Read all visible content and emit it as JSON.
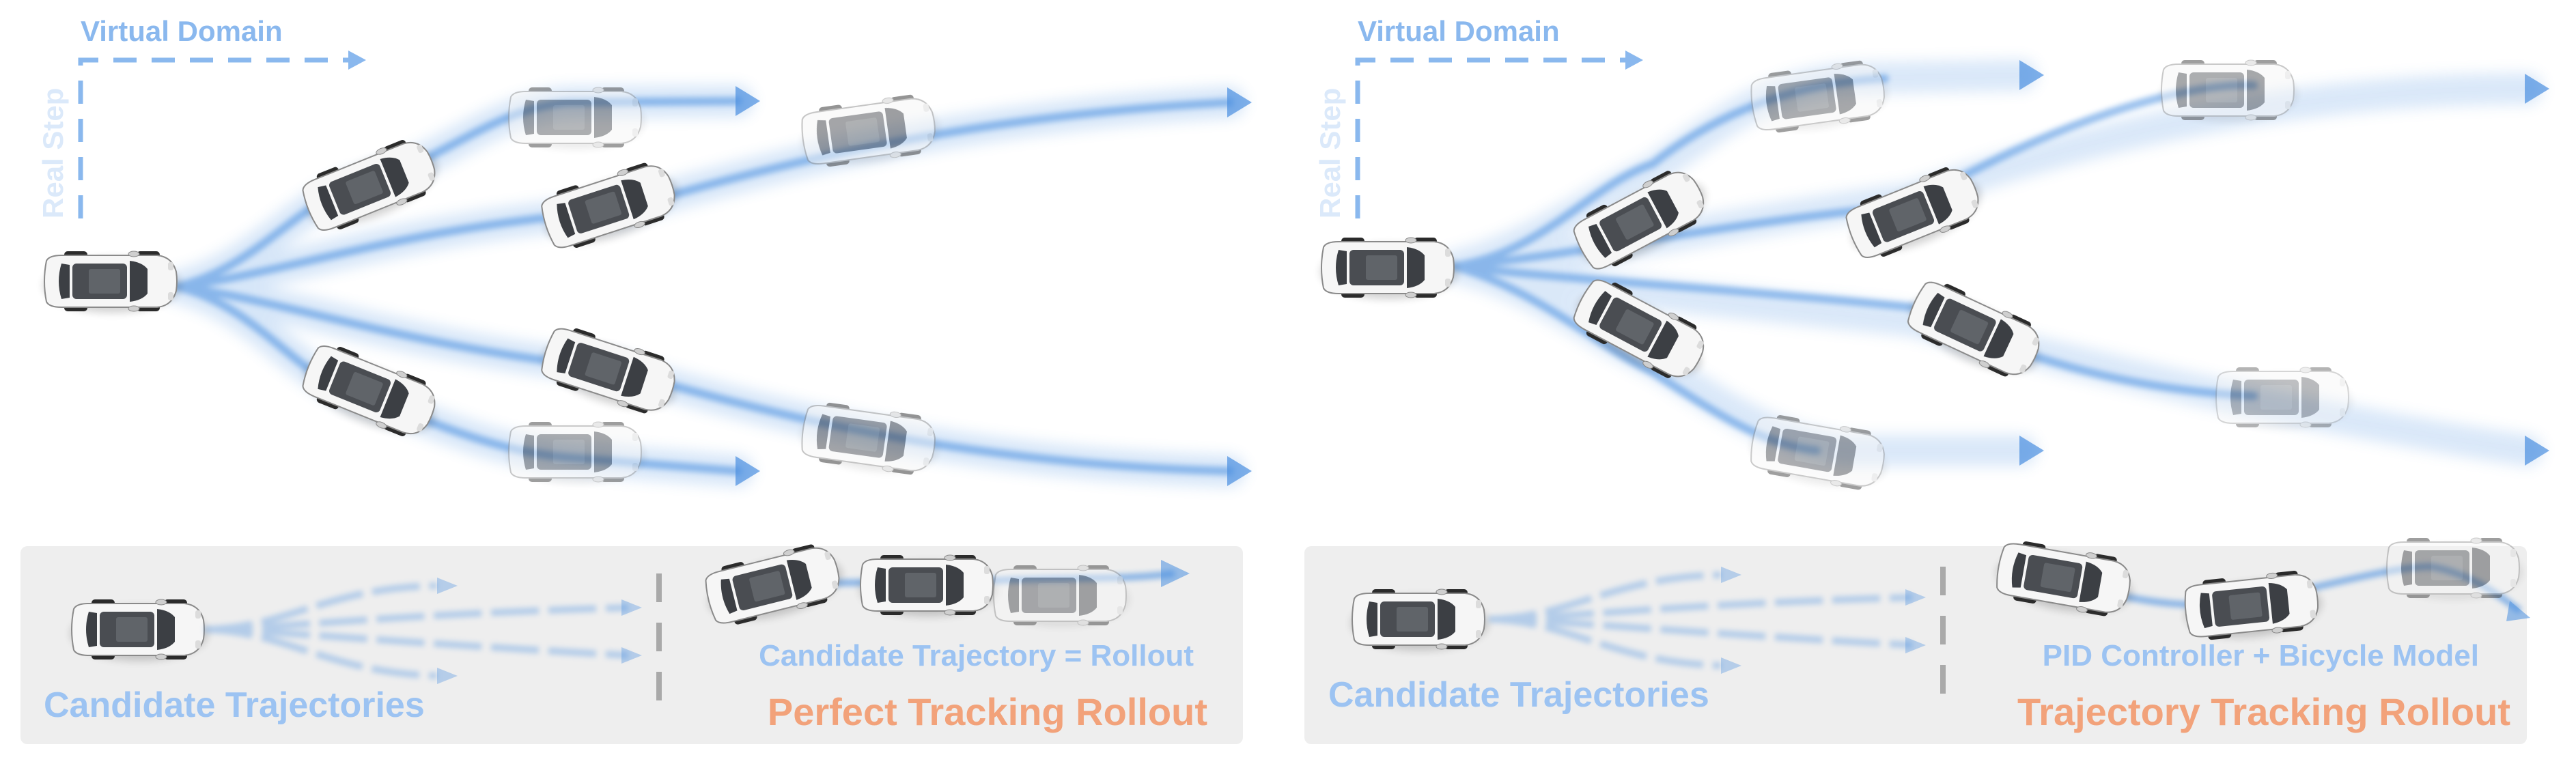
{
  "panels": [
    {
      "id": "left",
      "axis_x_label": "Virtual Domain",
      "axis_y_label": "Real Step",
      "legend_left_label": "Candidate Trajectories",
      "legend_right_caption": "Candidate Trajectory = Rollout",
      "legend_right_title": "Perfect Tracking Rollout"
    },
    {
      "id": "right",
      "axis_x_label": "Virtual Domain",
      "axis_y_label": "Real Step",
      "legend_left_label": "Candidate Trajectories",
      "legend_right_caption": "PID Controller + Bicycle Model",
      "legend_right_title": "Trajectory Tracking Rollout"
    }
  ],
  "colors": {
    "trajectory_blue": "#4a8fe0",
    "light_blue_text": "#9cc3f2",
    "axis_blue": "#8ab8ee",
    "orange_title": "#f2a27a",
    "legend_bg": "#eeeeee",
    "divider": "#a9a9a9"
  },
  "icons": [
    "car-icon",
    "arrow-icon"
  ]
}
